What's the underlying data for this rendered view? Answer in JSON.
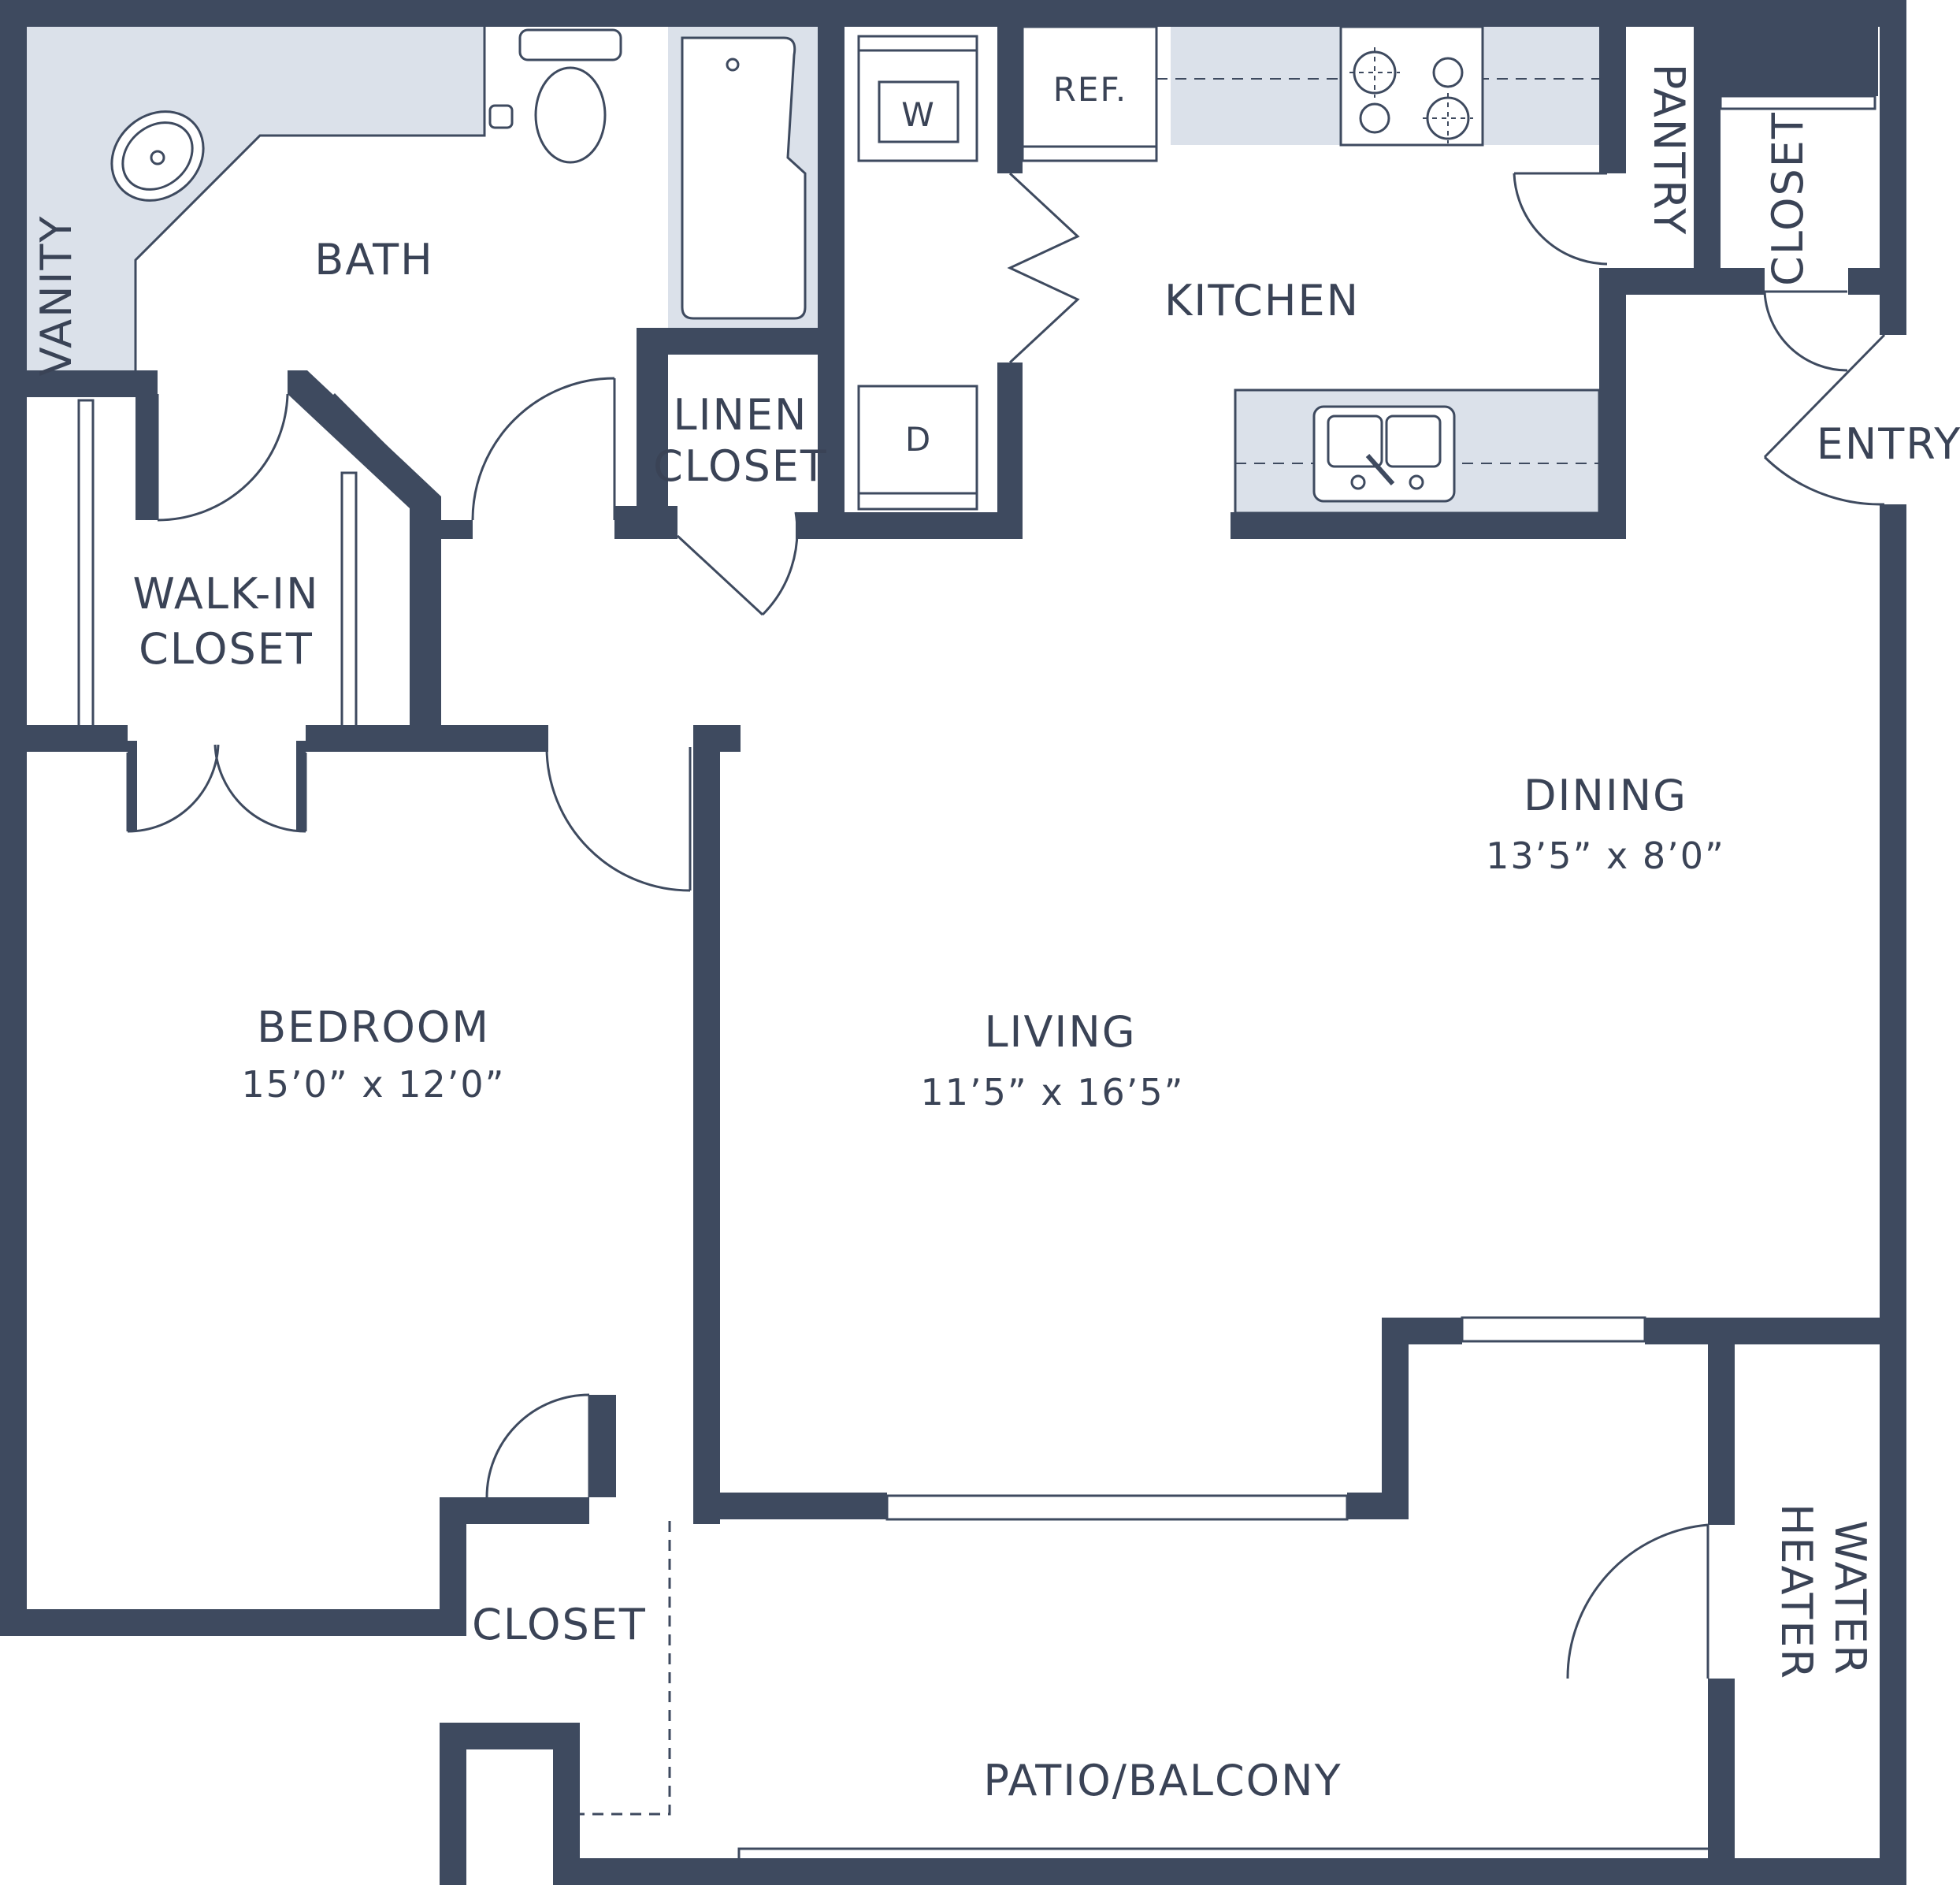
{
  "colors": {
    "wall": "#3e4a5f",
    "counter": "#dbe1ea",
    "line": "#3e4a5f",
    "text": "#3a4356",
    "floor": "#ffffff"
  },
  "rooms": {
    "bath": {
      "label": "BATH"
    },
    "vanity": {
      "label": "VANITY"
    },
    "kitchen": {
      "label": "KITCHEN"
    },
    "pantry": {
      "label": "PANTRY"
    },
    "closet_entry": {
      "label": "CLOSET"
    },
    "entry": {
      "label": "ENTRY"
    },
    "linen": {
      "line1": "LINEN",
      "line2": "CLOSET"
    },
    "walkin": {
      "line1": "WALK-IN",
      "line2": "CLOSET"
    },
    "dining": {
      "label": "DINING",
      "dims": "13’5” x 8’0”"
    },
    "bedroom": {
      "label": "BEDROOM",
      "dims": "15’0” x 12’0”"
    },
    "living": {
      "label": "LIVING",
      "dims": "11’5” x 16’5”"
    },
    "closet_bedroom": {
      "label": "CLOSET"
    },
    "patio": {
      "label": "PATIO/BALCONY"
    },
    "water_heater": {
      "line1": "WATER",
      "line2": "HEATER"
    }
  },
  "appliances": {
    "refrigerator": "REF.",
    "washer": "W",
    "dryer": "D"
  }
}
